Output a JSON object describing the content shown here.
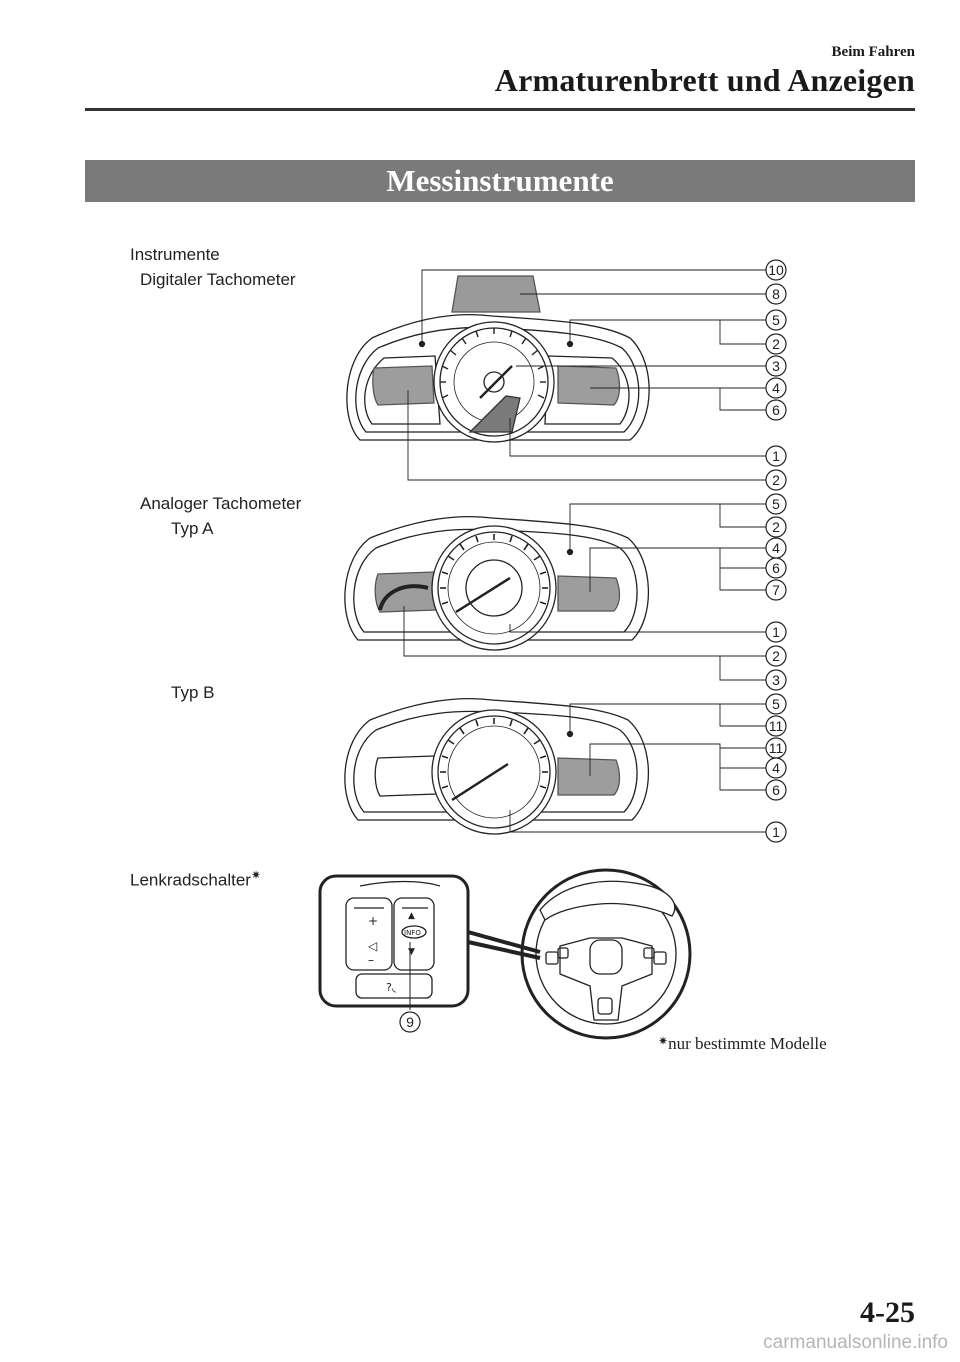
{
  "header": {
    "section": "Beim Fahren",
    "title": "Armaturenbrett und Anzeigen"
  },
  "section_title": "Messinstrumente",
  "labels": {
    "instrumente": "Instrumente",
    "digital": "Digitaler Tachometer",
    "analog": "Analoger Tachometer",
    "typ_a": "Typ A",
    "typ_b": "Typ B",
    "lenkrad": "Lenkradschalter"
  },
  "footnote": "nur bestimmte Modelle",
  "page_number": "4-25",
  "watermark": "carmanualsonline.info",
  "callouts": {
    "digital": [
      "10",
      "8",
      "5",
      "2",
      "3",
      "4",
      "6",
      "1",
      "2"
    ],
    "typ_a": [
      "5",
      "2",
      "4",
      "6",
      "7",
      "1",
      "2",
      "3"
    ],
    "typ_b": [
      "5",
      "11",
      "11",
      "4",
      "6",
      "1"
    ],
    "wheel": [
      "9"
    ]
  },
  "switch_icons": [
    "volume-icon",
    "info-icon",
    "voice-icon"
  ]
}
